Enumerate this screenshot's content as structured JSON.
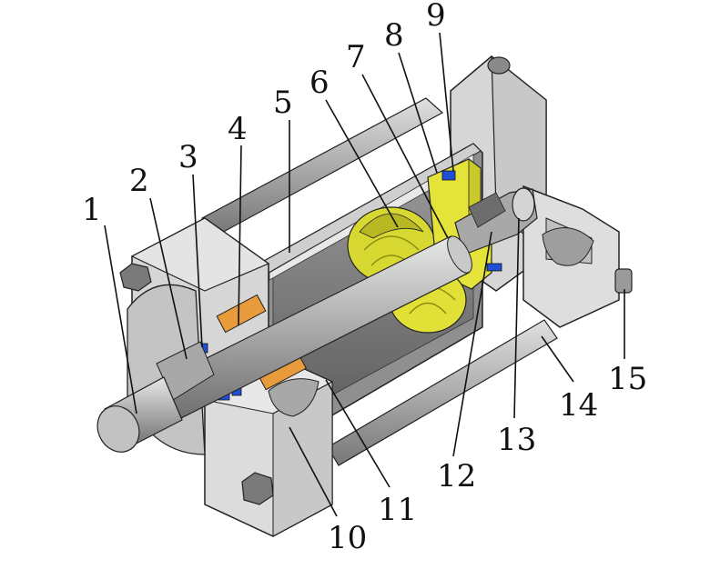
{
  "diagram": {
    "colors": {
      "steel": "#b9b9b9",
      "steel_dark": "#7c7c7c",
      "cap_light": "#dcdcdc",
      "cap_mid": "#c4c4c4",
      "piston_yellow": "#e3e33a",
      "seal_blue": "#1f4fd6",
      "bushing_orange": "#e79b3a",
      "outline": "#222222"
    },
    "callouts": [
      {
        "label": "1"
      },
      {
        "label": "2"
      },
      {
        "label": "3"
      },
      {
        "label": "4"
      },
      {
        "label": "5"
      },
      {
        "label": "6"
      },
      {
        "label": "7"
      },
      {
        "label": "8"
      },
      {
        "label": "9"
      },
      {
        "label": "10"
      },
      {
        "label": "11"
      },
      {
        "label": "12"
      },
      {
        "label": "13"
      },
      {
        "label": "14"
      },
      {
        "label": "15"
      }
    ]
  }
}
